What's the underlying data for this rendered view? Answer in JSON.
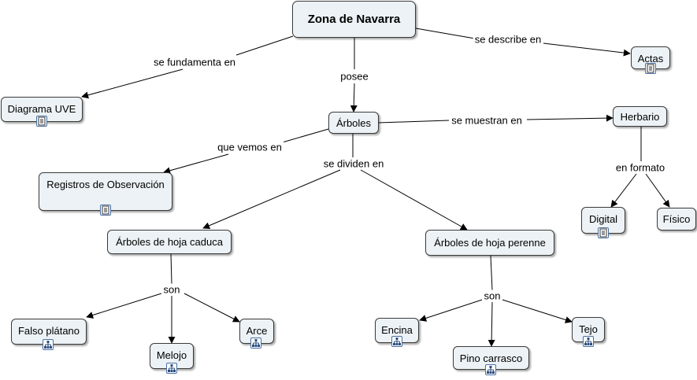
{
  "nodes": {
    "zona": "Zona de Navarra",
    "actas": "Actas",
    "diagrama_uve": "Diagrama UVE",
    "arboles": "Árboles",
    "herbario": "Herbario",
    "registros": "Registros de Observación",
    "digital": "Digital",
    "fisico": "Físico",
    "caduca": "Árboles de hoja caduca",
    "perenne": "Árboles de hoja perenne",
    "falso_platano": "Falso plátano",
    "melojo": "Melojo",
    "arce": "Arce",
    "encina": "Encina",
    "pino_carrasco": "Pino carrasco",
    "tejo": "Tejo"
  },
  "links": {
    "se_fundamenta_en": "se fundamenta en",
    "posee": "posee",
    "se_describe_en": "se describe en",
    "que_vemos_en": "que vemos en",
    "se_dividen_en": "se dividen en",
    "se_muestran_en": "se muestran en",
    "en_formato": "en formato",
    "son_caduca": "son",
    "son_perenne": "son"
  },
  "icons": {
    "document": "document-icon",
    "concept_map": "concept-map-icon"
  },
  "colors": {
    "node_fill": "#ecf2f5",
    "node_border": "#3a3a3a",
    "line": "#000000",
    "icon_border": "#4a6fa5"
  }
}
